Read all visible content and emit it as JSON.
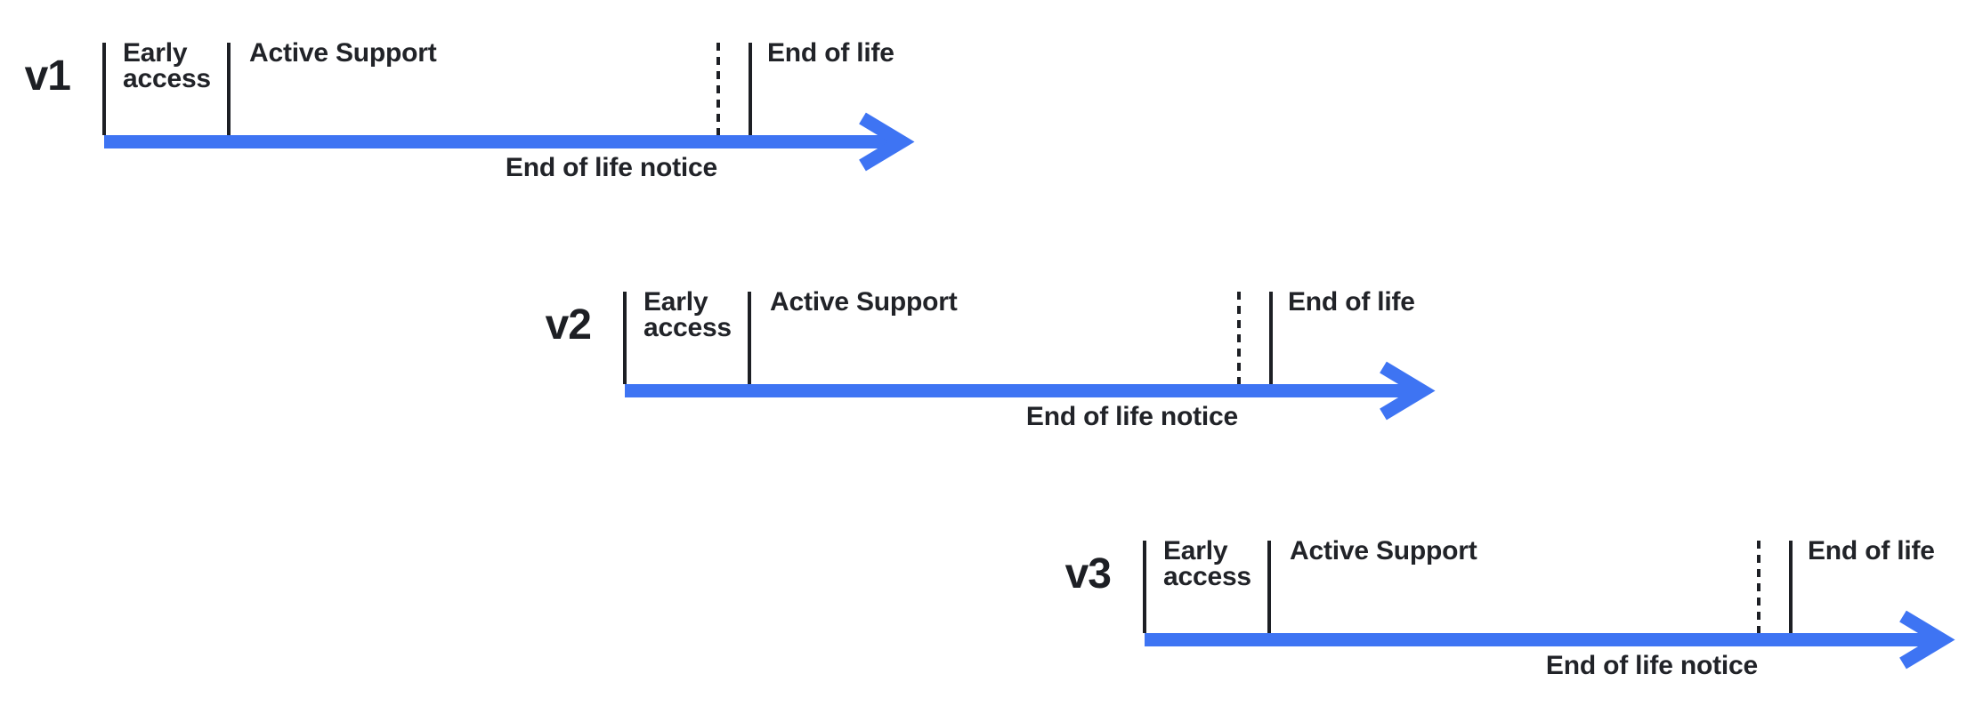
{
  "page": {
    "background": "#ffffff"
  },
  "diagram": {
    "type": "timeline",
    "description": "Version lifecycle timelines, each staggered later than the previous",
    "colors": {
      "arrow_blue": "#3e74f3",
      "ink": "#1d1f24",
      "text": "#212328",
      "background": "#ffffff"
    },
    "rows": [
      {
        "version": "v1",
        "phase_early": "Early access",
        "phase_active": "Active Support",
        "phase_end_of_life": "End of life",
        "notice": "End of life notice"
      },
      {
        "version": "v2",
        "phase_early": "Early access",
        "phase_active": "Active Support",
        "phase_end_of_life": "End of life",
        "notice": "End of life notice"
      },
      {
        "version": "v3",
        "phase_early": "Early access",
        "phase_active": "Active Support",
        "phase_end_of_life": "End of life",
        "notice": "End of life notice"
      }
    ]
  }
}
